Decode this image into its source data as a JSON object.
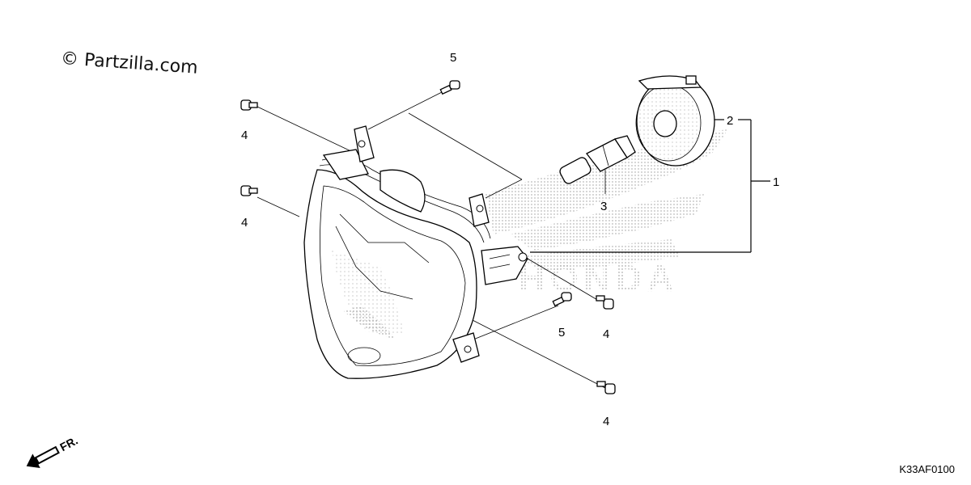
{
  "watermark": "© Partzilla.com",
  "diagram_code": "K33AF0100",
  "direction_label": "FR.",
  "brand_mark": "HONDA",
  "callouts": {
    "c1": "1",
    "c2": "2",
    "c3": "3",
    "c4_top_left": "4",
    "c4_mid_left": "4",
    "c4_right": "4",
    "c4_bottom": "4",
    "c5_top": "5",
    "c5_bottom": "5"
  }
}
